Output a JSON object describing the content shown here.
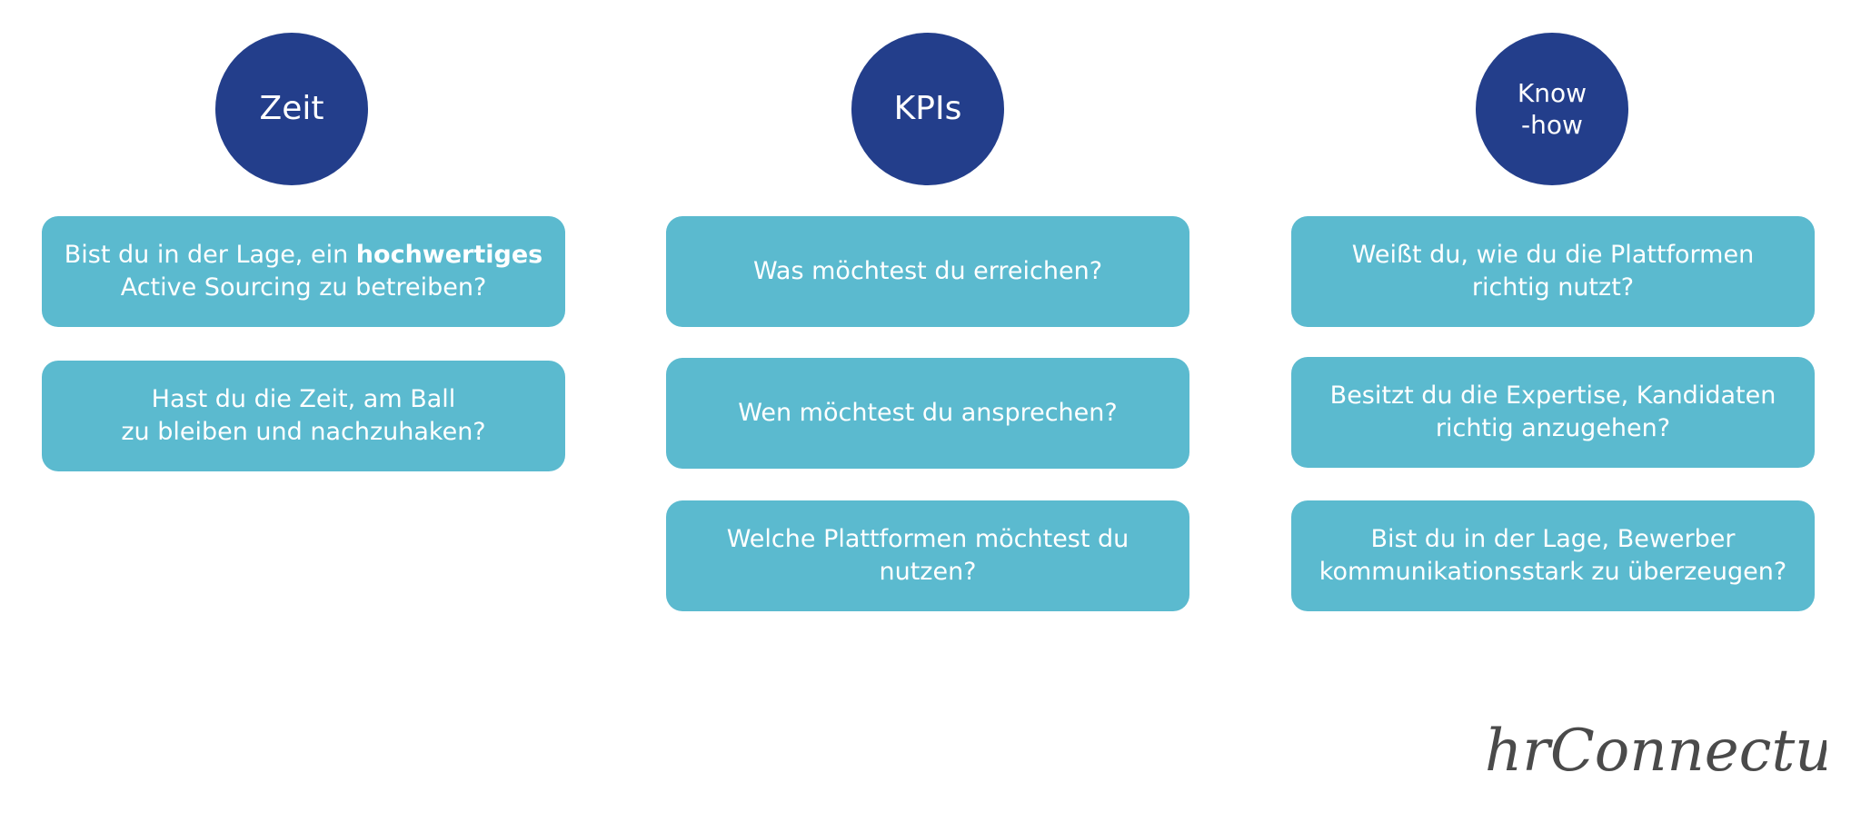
{
  "colors": {
    "circle": "#233E8B",
    "box": "#5BBACF",
    "logo": "#4a4a4a"
  },
  "columns": [
    {
      "header": "Zeit",
      "questions": [
        {
          "line1_plain": "Bist du in der Lage, ein ",
          "line1_bold": "hochwertiges",
          "line2": "Active Sourcing zu betreiben?"
        },
        {
          "line1_plain": "Hast du die Zeit, am Ball",
          "line1_bold": "",
          "line2": "zu bleiben und nachzuhaken?"
        }
      ]
    },
    {
      "header": "KPIs",
      "questions": [
        {
          "line1_plain": "Was möchtest du erreichen?",
          "line1_bold": "",
          "line2": ""
        },
        {
          "line1_plain": "Wen möchtest du ansprechen?",
          "line1_bold": "",
          "line2": ""
        },
        {
          "line1_plain": "Welche Plattformen möchtest du",
          "line1_bold": "",
          "line2": "nutzen?"
        }
      ]
    },
    {
      "header": "Know\n-how",
      "questions": [
        {
          "line1_plain": "Weißt du, wie du die Plattformen",
          "line1_bold": "",
          "line2": "richtig nutzt?"
        },
        {
          "line1_plain": "Besitzt du die Expertise, Kandidaten",
          "line1_bold": "",
          "line2": "richtig anzugehen?"
        },
        {
          "line1_plain": "Bist du in der Lage, Bewerber",
          "line1_bold": "",
          "line2": "kommunikationsstark zu überzeugen?"
        }
      ]
    }
  ],
  "logo": {
    "text": "hrConnectum."
  }
}
